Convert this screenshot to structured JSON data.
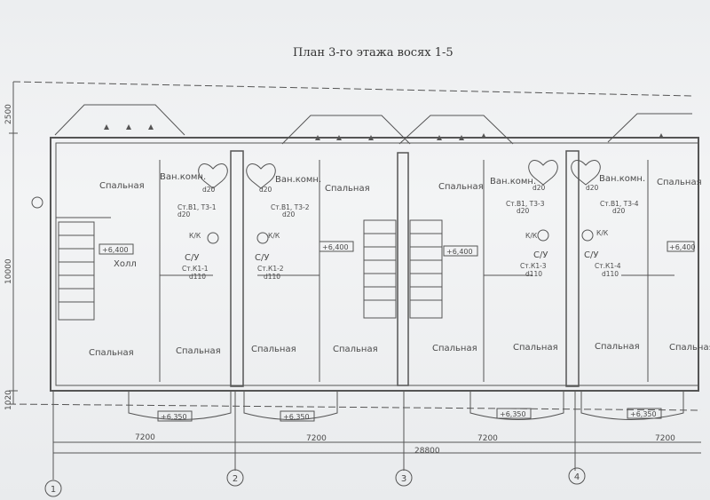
{
  "title": "План 3-го этажа восях 1-5",
  "rooms": {
    "spalnaya": "Спальная",
    "vannaya": "Ван.комн.",
    "holl": "Холл",
    "su": "С/У"
  },
  "levels": {
    "floor": "+6,400",
    "balcony": "+6,350"
  },
  "dims": {
    "top_v": "2500",
    "mid_v": "10000",
    "bot_v": "1020",
    "span": "7200",
    "total": "28800"
  },
  "axes": [
    "1",
    "2",
    "3",
    "4"
  ],
  "risers": {
    "st_v1_t3_1": "Ст.В1, Т3-1",
    "st_v1_t3_2": "Ст.В1, Т3-2",
    "st_v1_t3_3": "Ст.В1, Т3-3",
    "st_v1_t3_4": "Ст.В1, Т3-4",
    "st_k1_1": "Ст.К1-1",
    "st_k1_2": "Ст.К1-2",
    "st_k1_3": "Ст.К1-3",
    "st_k1_4": "Ст.К1-4",
    "d20": "d20",
    "d110": "d110",
    "kpk": "К/К"
  },
  "colors": {
    "line": "#555555",
    "paper": "#eff0f1",
    "background": "#3a3d42"
  }
}
